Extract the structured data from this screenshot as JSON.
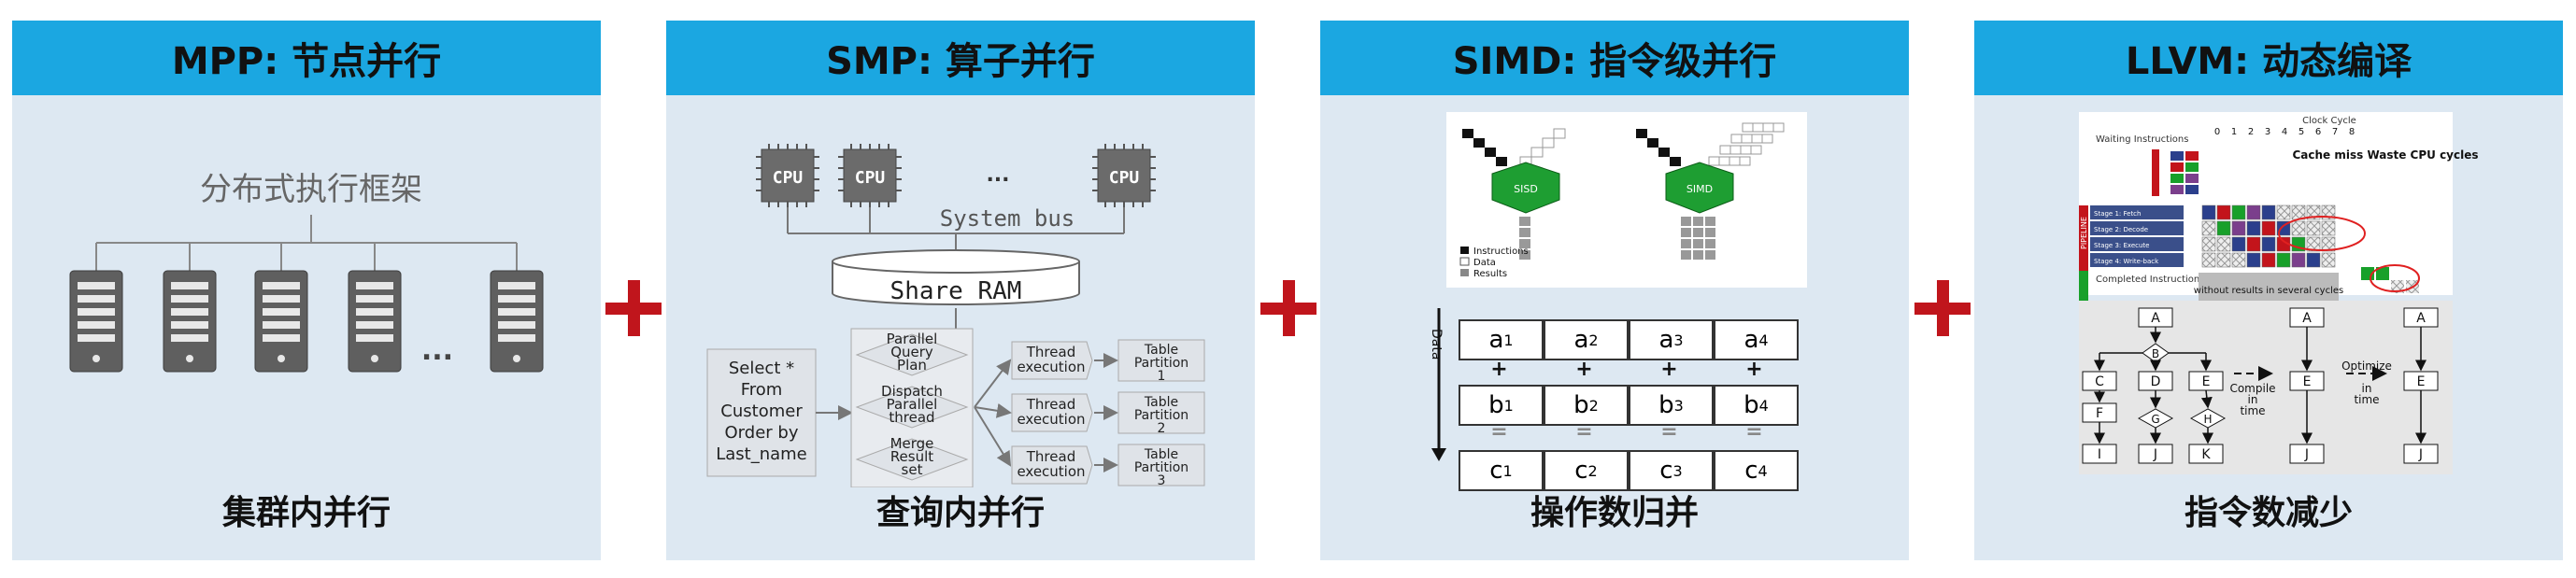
{
  "panels": [
    {
      "title": "MPP: 节点并行",
      "footer": "集群内并行"
    },
    {
      "title": "SMP: 算子并行",
      "footer": "查询内并行"
    },
    {
      "title": "SIMD: 指令级并行",
      "footer": "操作数归并"
    },
    {
      "title": "LLVM:  动态编译",
      "footer": "指令数减少"
    }
  ],
  "mpp": {
    "framework": "分布式执行框架",
    "ellipsis": "..."
  },
  "smp": {
    "cpu": "CPU",
    "ellipsis": "...",
    "bus": "System bus",
    "ram": "Share RAM",
    "sql": [
      "Select *",
      "From",
      "Customer",
      "Order by",
      "Last_name"
    ],
    "stages": [
      [
        "Parallel",
        "Query",
        "Plan"
      ],
      [
        "Dispatch",
        "Parallel",
        "thread"
      ],
      [
        "Merge",
        "Result",
        "set"
      ]
    ],
    "thread": [
      "Thread",
      "execution"
    ],
    "partitions": [
      [
        "Table",
        "Partition",
        "1"
      ],
      [
        "Table",
        "Partition",
        "2"
      ],
      [
        "Table",
        "Partition",
        "3"
      ]
    ]
  },
  "simd": {
    "sisd": "SISD",
    "simd": "SIMD",
    "legend": [
      "Instructions",
      "Data",
      "Results"
    ],
    "a": [
      "a",
      "a",
      "a",
      "a"
    ],
    "b": [
      "b",
      "b",
      "b",
      "b"
    ],
    "c": [
      "c",
      "c",
      "c",
      "c"
    ],
    "idx": [
      "1",
      "2",
      "3",
      "4"
    ],
    "plus": "+",
    "eq": "=",
    "axis_label": "Data"
  },
  "llvm": {
    "clock_cycle": "Clock Cycle",
    "cycles": [
      "0",
      "1",
      "2",
      "3",
      "4",
      "5",
      "6",
      "7",
      "8"
    ],
    "waiting": "Waiting Instructions",
    "pipeline": "PIPELINE",
    "stages": [
      "Stage 1: Fetch",
      "Stage 2: Decode",
      "Stage 3: Execute",
      "Stage 4: Write-back"
    ],
    "cache_miss": "Cache miss Waste CPU cycles",
    "completed": "Completed Instructions",
    "without": "without results in several cycles",
    "flow_left": [
      "A",
      "B",
      "C",
      "D",
      "E",
      "F",
      "G",
      "H",
      "I",
      "J",
      "K"
    ],
    "compile": "Compile in time",
    "optimize": "Optimize in time",
    "flow_mid": [
      "A",
      "E",
      "J"
    ],
    "flow_right": [
      "A",
      "E",
      "J"
    ]
  }
}
